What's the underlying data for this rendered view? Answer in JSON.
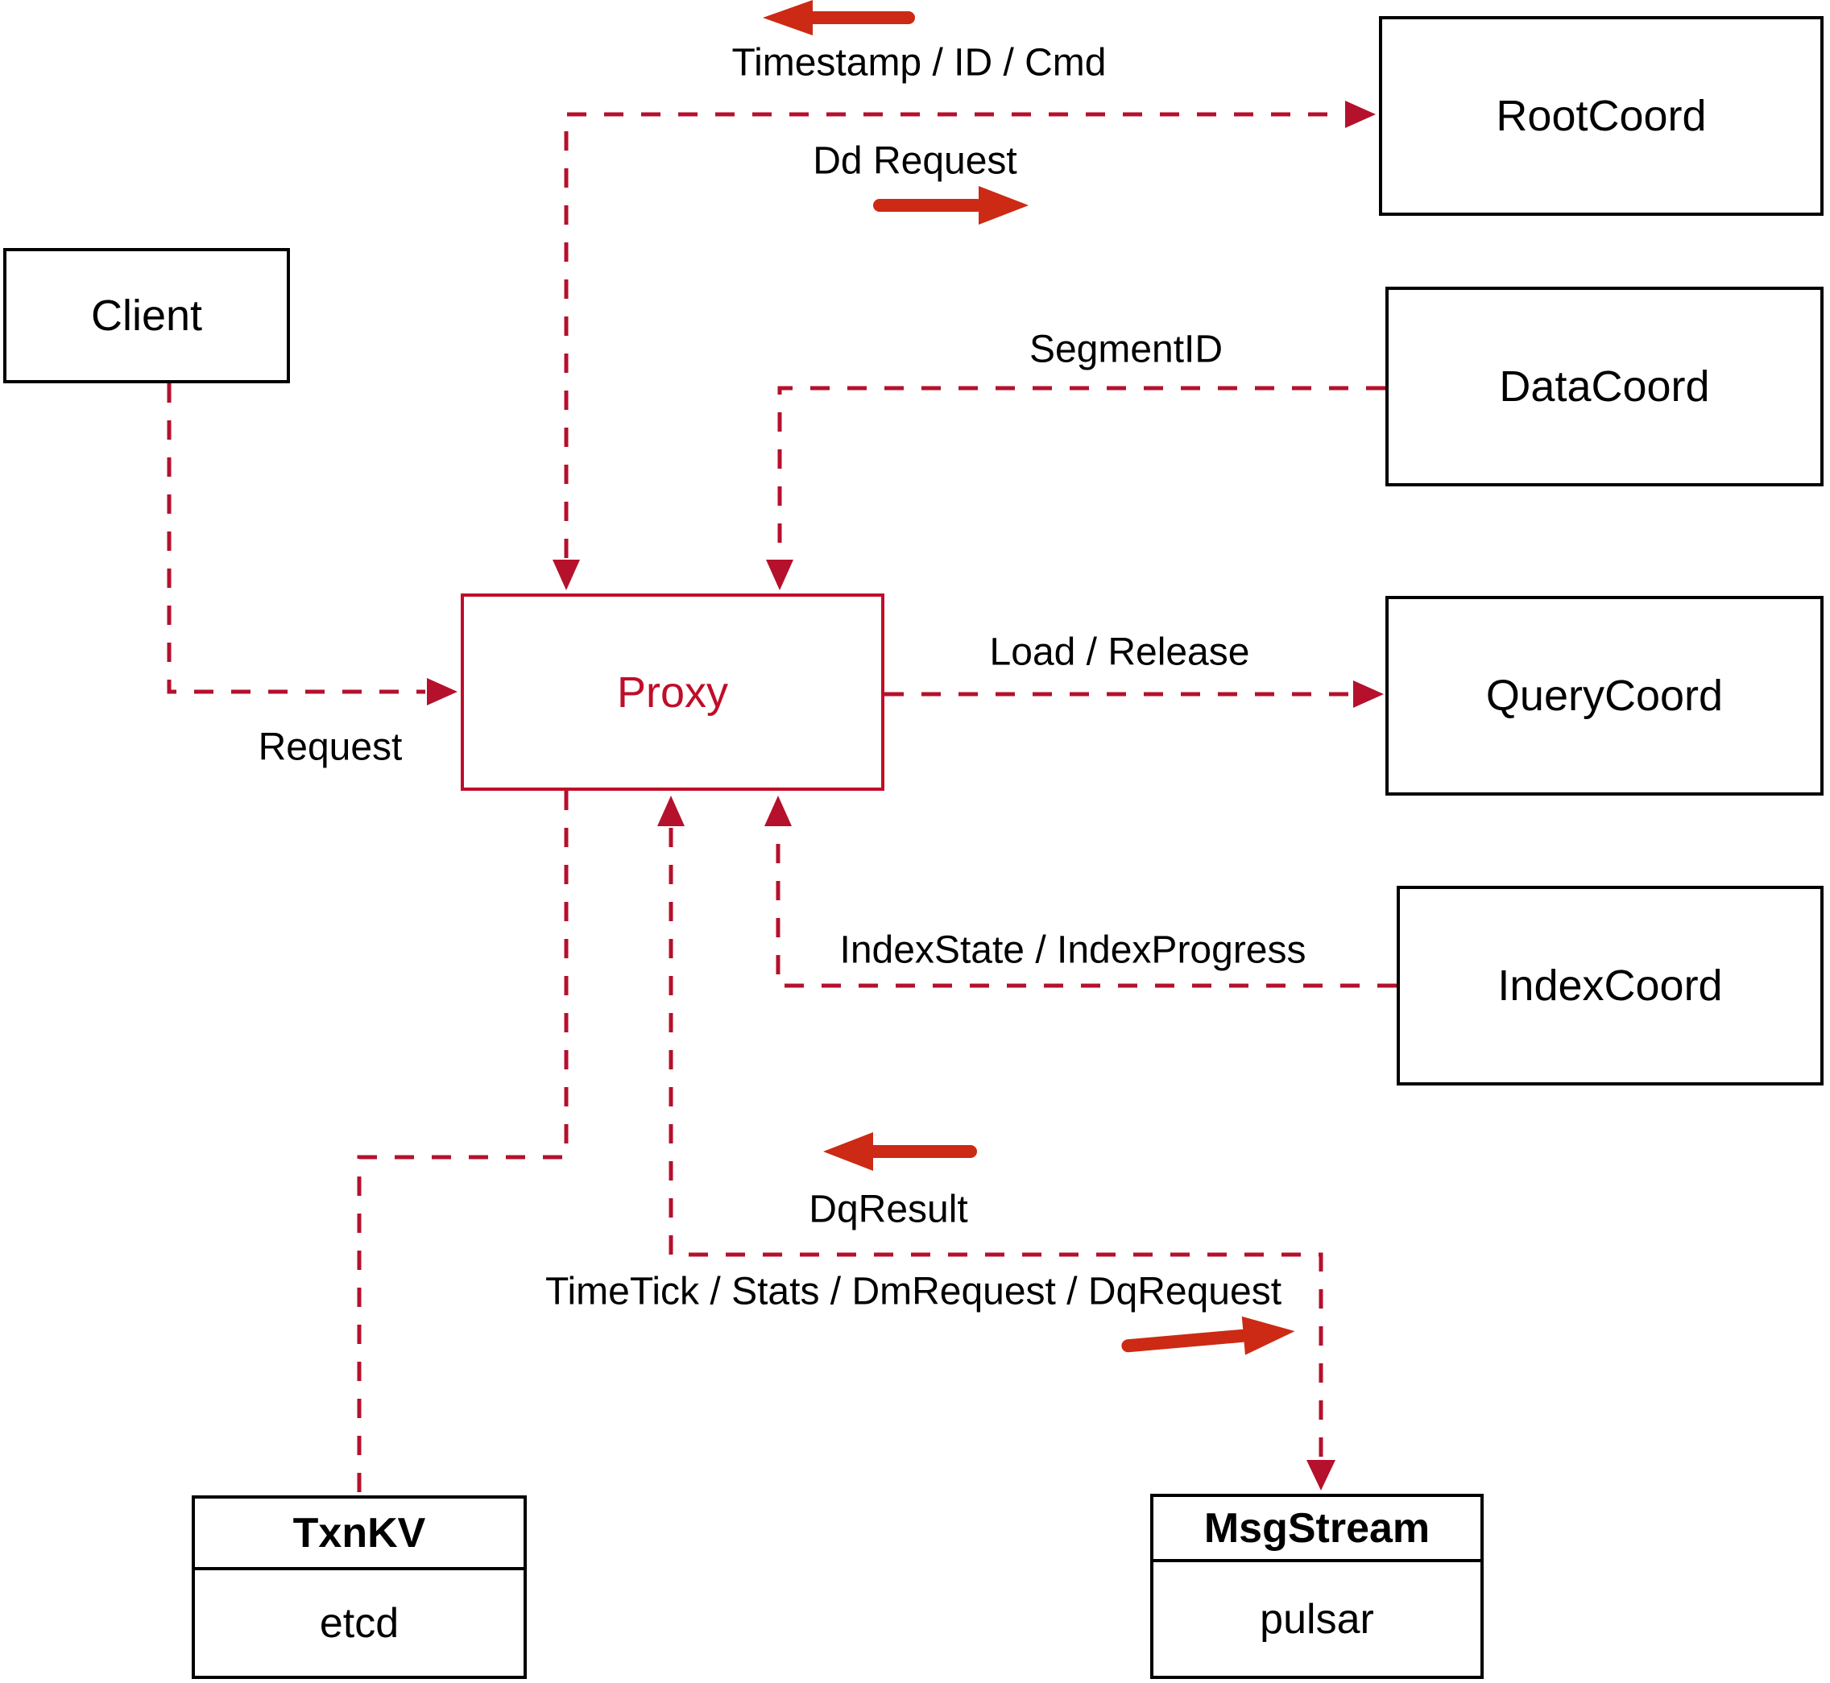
{
  "diagram": {
    "nodes": {
      "client": {
        "label": "Client"
      },
      "proxy": {
        "label": "Proxy"
      },
      "root_coord": {
        "label": "RootCoord"
      },
      "data_coord": {
        "label": "DataCoord"
      },
      "query_coord": {
        "label": "QueryCoord"
      },
      "index_coord": {
        "label": "IndexCoord"
      },
      "txn_kv": {
        "title": "TxnKV",
        "impl": "etcd"
      },
      "msg_stream": {
        "title": "MsgStream",
        "impl": "pulsar"
      }
    },
    "edge_labels": {
      "request": "Request",
      "timestamp": "Timestamp / ID / Cmd",
      "dd_request": "Dd Request",
      "segment_id": "SegmentID",
      "load_release": "Load / Release",
      "index_state": "IndexState / IndexProgress",
      "dq_result": "DqResult",
      "timetick": "TimeTick / Stats / DmRequest / DqRequest"
    },
    "colors": {
      "dashed_line": "#b5102c",
      "solid_arrow": "#cc2a14",
      "proxy_accent": "#c00d29",
      "box_border": "#000000",
      "background": "#ffffff",
      "text": "#000000"
    }
  }
}
